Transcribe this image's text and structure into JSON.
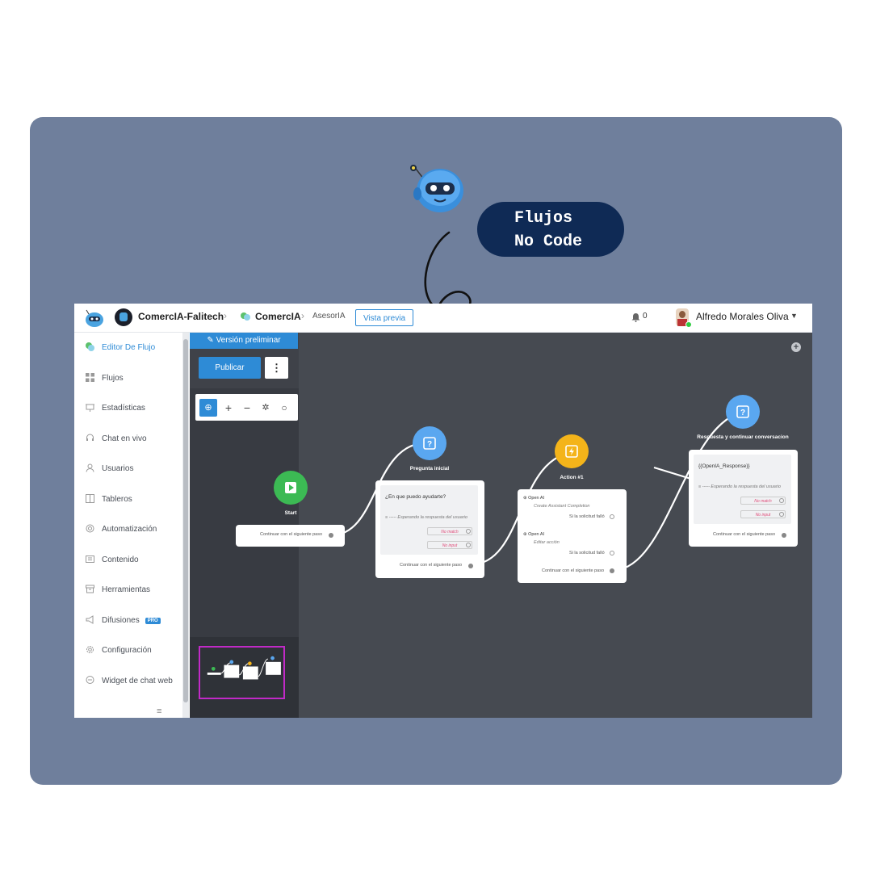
{
  "badge": {
    "line1": "Flujos",
    "line2": "No Code"
  },
  "topbar": {
    "workspace": "ComercIA-Falitech",
    "project": "ComercIA",
    "flow": "AsesorIA",
    "preview_label": "Vista previa",
    "notifications": "0",
    "user_name": "Alfredo Morales Oliva"
  },
  "sidebar": {
    "items": [
      {
        "label": "Editor De Flujo",
        "icon": "chat-bubbles-icon"
      },
      {
        "label": "Flujos",
        "icon": "grid-icon"
      },
      {
        "label": "Estadísticas",
        "icon": "presentation-icon"
      },
      {
        "label": "Chat en vivo",
        "icon": "headset-icon"
      },
      {
        "label": "Usuarios",
        "icon": "user-icon"
      },
      {
        "label": "Tableros",
        "icon": "columns-icon"
      },
      {
        "label": "Automatización",
        "icon": "settings-ring-icon"
      },
      {
        "label": "Contenido",
        "icon": "content-icon"
      },
      {
        "label": "Herramientas",
        "icon": "archive-icon"
      },
      {
        "label": "Difusiones",
        "icon": "megaphone-icon",
        "badge": "PRO"
      },
      {
        "label": "Configuración",
        "icon": "gear-icon"
      },
      {
        "label": "Widget de chat web",
        "icon": "chat-icon"
      }
    ]
  },
  "panel": {
    "draft_label": "Versión preliminar",
    "publish_label": "Publicar"
  },
  "nodes": {
    "start": {
      "title": "Start",
      "continue": "Continuar con el siguiente paso"
    },
    "pregunta": {
      "title": "Pregunta inicial",
      "question": "¿En que puedo ayudarte?",
      "waiting": "----- Esperando la respuesta del usuario",
      "no_match": "No match",
      "no_input": "No input",
      "continue": "Continuar con el siguiente paso"
    },
    "action": {
      "title": "Action #1",
      "op1_name": "Open AI",
      "op1_sub": "Create Assistant Completion",
      "op1_fail": "Si la solicitud falló",
      "op2_name": "Open AI",
      "op2_sub": "Editar acción",
      "op2_fail": "Si la solicitud falló",
      "continue": "Continuar con el siguiente paso"
    },
    "respuesta": {
      "title": "Respuesta y continuar conversacion",
      "variable": "{{OpenIA_Response}}",
      "waiting": "----- Esperando la respuesta del usuario",
      "no_match": "No match",
      "no_input": "No input",
      "continue": "Continuar con el siguiente paso"
    }
  },
  "colors": {
    "card": "#6f7f9c",
    "badge": "#0f2a55",
    "accent": "#2e8bd6",
    "start_node": "#3cba54",
    "question_node": "#5aa7f0",
    "action_node": "#f4b41a",
    "canvas": "#464a51"
  }
}
